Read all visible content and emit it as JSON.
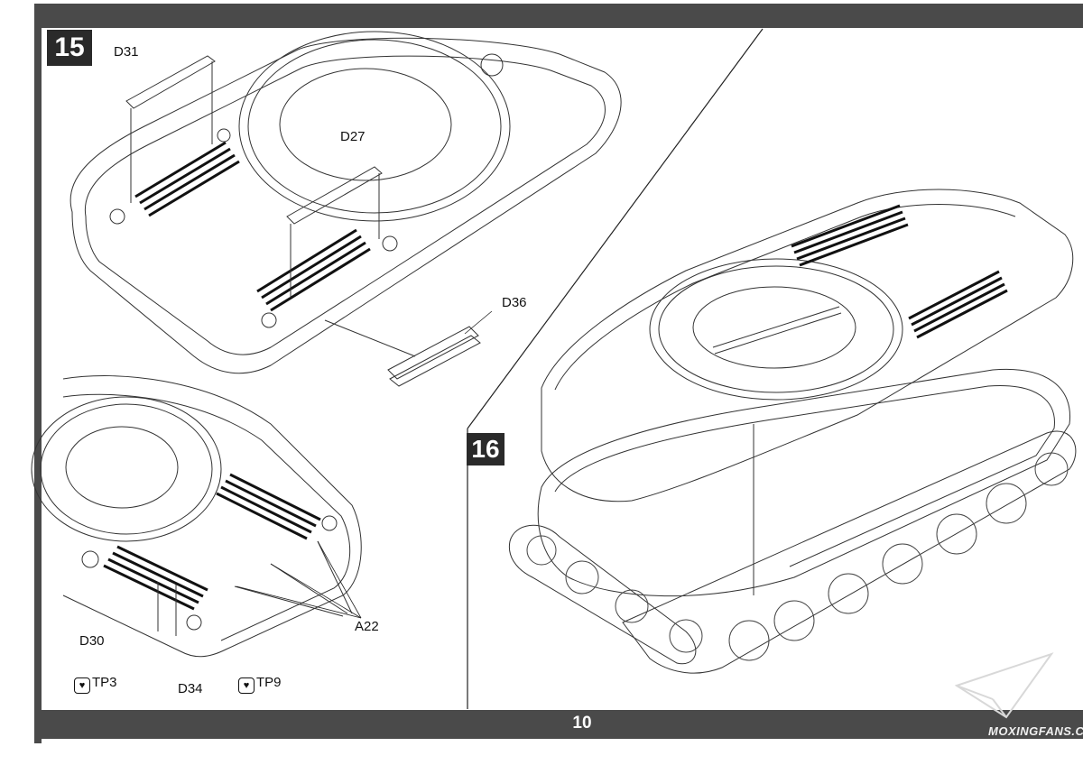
{
  "page": {
    "number": "10"
  },
  "steps": {
    "step15": "15",
    "step16": "16"
  },
  "labels": {
    "d31": "D31",
    "d27": "D27",
    "d36": "D36",
    "d30": "D30",
    "d34": "D34",
    "a22": "A22",
    "tp3": "TP3",
    "tp9": "TP9"
  },
  "watermark": "MOXINGFANS.COM",
  "icons": {
    "tp": "heart-paint-icon",
    "logo": "paper-plane-icon"
  }
}
